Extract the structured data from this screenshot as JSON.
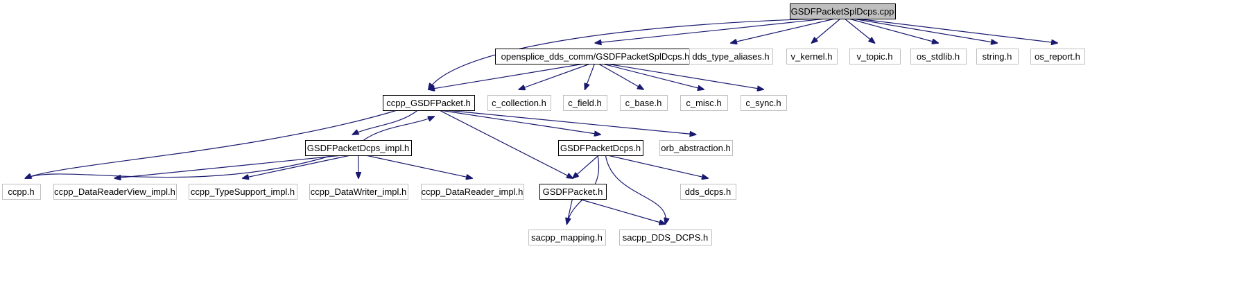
{
  "graph": {
    "colors": {
      "edge": "#191970",
      "root_fill": "#bfbfbf",
      "documented_border": "#000000",
      "undocumented_border": "#bfbfbf",
      "background": "#ffffff"
    },
    "nodes": [
      {
        "id": "root",
        "label": "GSDFPacketSplDcps.cpp",
        "kind": "root"
      },
      {
        "id": "spl_h",
        "label": "opensplice_dds_comm/GSDFPacketSplDcps.h",
        "kind": "documented"
      },
      {
        "id": "dds_alias",
        "label": "dds_type_aliases.h",
        "kind": "external"
      },
      {
        "id": "v_kernel",
        "label": "v_kernel.h",
        "kind": "external"
      },
      {
        "id": "v_topic",
        "label": "v_topic.h",
        "kind": "external"
      },
      {
        "id": "os_stdlib",
        "label": "os_stdlib.h",
        "kind": "external"
      },
      {
        "id": "string_h",
        "label": "string.h",
        "kind": "external"
      },
      {
        "id": "os_report",
        "label": "os_report.h",
        "kind": "external"
      },
      {
        "id": "ccpp_gsdf",
        "label": "ccpp_GSDFPacket.h",
        "kind": "documented"
      },
      {
        "id": "c_collection",
        "label": "c_collection.h",
        "kind": "external"
      },
      {
        "id": "c_field",
        "label": "c_field.h",
        "kind": "external"
      },
      {
        "id": "c_base",
        "label": "c_base.h",
        "kind": "external"
      },
      {
        "id": "c_misc",
        "label": "c_misc.h",
        "kind": "external"
      },
      {
        "id": "c_sync",
        "label": "c_sync.h",
        "kind": "external"
      },
      {
        "id": "dcps_impl",
        "label": "GSDFPacketDcps_impl.h",
        "kind": "documented"
      },
      {
        "id": "dcps_h",
        "label": "GSDFPacketDcps.h",
        "kind": "documented"
      },
      {
        "id": "orb_abs",
        "label": "orb_abstraction.h",
        "kind": "external"
      },
      {
        "id": "ccpp_h",
        "label": "ccpp.h",
        "kind": "external"
      },
      {
        "id": "drv_impl",
        "label": "ccpp_DataReaderView_impl.h",
        "kind": "external"
      },
      {
        "id": "ts_impl",
        "label": "ccpp_TypeSupport_impl.h",
        "kind": "external"
      },
      {
        "id": "dw_impl",
        "label": "ccpp_DataWriter_impl.h",
        "kind": "external"
      },
      {
        "id": "dr_impl",
        "label": "ccpp_DataReader_impl.h",
        "kind": "external"
      },
      {
        "id": "gsdf_h",
        "label": "GSDFPacket.h",
        "kind": "documented"
      },
      {
        "id": "dds_dcps",
        "label": "dds_dcps.h",
        "kind": "external"
      },
      {
        "id": "sacpp_map",
        "label": "sacpp_mapping.h",
        "kind": "external"
      },
      {
        "id": "sacpp_dcps",
        "label": "sacpp_DDS_DCPS.h",
        "kind": "external"
      }
    ],
    "edges": [
      {
        "from": "root",
        "to": "ccpp_gsdf"
      },
      {
        "from": "root",
        "to": "spl_h"
      },
      {
        "from": "root",
        "to": "dds_alias"
      },
      {
        "from": "root",
        "to": "v_kernel"
      },
      {
        "from": "root",
        "to": "v_topic"
      },
      {
        "from": "root",
        "to": "os_stdlib"
      },
      {
        "from": "root",
        "to": "string_h"
      },
      {
        "from": "root",
        "to": "os_report"
      },
      {
        "from": "spl_h",
        "to": "ccpp_gsdf"
      },
      {
        "from": "spl_h",
        "to": "c_collection"
      },
      {
        "from": "spl_h",
        "to": "c_field"
      },
      {
        "from": "spl_h",
        "to": "c_base"
      },
      {
        "from": "spl_h",
        "to": "c_misc"
      },
      {
        "from": "spl_h",
        "to": "c_sync"
      },
      {
        "from": "ccpp_gsdf",
        "to": "ccpp_h"
      },
      {
        "from": "ccpp_gsdf",
        "to": "dcps_impl"
      },
      {
        "from": "ccpp_gsdf",
        "to": "dcps_h"
      },
      {
        "from": "ccpp_gsdf",
        "to": "orb_abs"
      },
      {
        "from": "ccpp_gsdf",
        "to": "gsdf_h"
      },
      {
        "from": "dcps_impl",
        "to": "ccpp_gsdf"
      },
      {
        "from": "dcps_impl",
        "to": "ccpp_h"
      },
      {
        "from": "dcps_impl",
        "to": "drv_impl"
      },
      {
        "from": "dcps_impl",
        "to": "ts_impl"
      },
      {
        "from": "dcps_impl",
        "to": "dw_impl"
      },
      {
        "from": "dcps_impl",
        "to": "dr_impl"
      },
      {
        "from": "dcps_h",
        "to": "gsdf_h"
      },
      {
        "from": "dcps_h",
        "to": "dds_dcps"
      },
      {
        "from": "dcps_h",
        "to": "sacpp_map"
      },
      {
        "from": "dcps_h",
        "to": "sacpp_dcps"
      },
      {
        "from": "gsdf_h",
        "to": "sacpp_map"
      },
      {
        "from": "gsdf_h",
        "to": "sacpp_dcps"
      }
    ]
  }
}
